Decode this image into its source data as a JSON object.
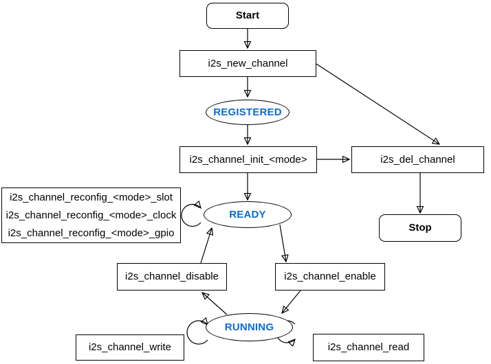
{
  "colors": {
    "stroke": "#000000",
    "state_text": "#0b6bd3",
    "node_fill": "#ffffff",
    "background": "#ffffff"
  },
  "nodes": {
    "start": {
      "label": "Start"
    },
    "new_channel": {
      "label": "i2s_new_channel"
    },
    "registered": {
      "label": "REGISTERED"
    },
    "init": {
      "label": "i2s_channel_init_<mode>"
    },
    "del_channel": {
      "label": "i2s_del_channel"
    },
    "stop": {
      "label": "Stop"
    },
    "ready": {
      "label": "READY"
    },
    "reconfig": {
      "lines": [
        "i2s_channel_reconfig_<mode>_slot",
        "i2s_channel_reconfig_<mode>_clock",
        "i2s_channel_reconfig_<mode>_gpio"
      ]
    },
    "disable": {
      "label": "i2s_channel_disable"
    },
    "enable": {
      "label": "i2s_channel_enable"
    },
    "running": {
      "label": "RUNNING"
    },
    "write": {
      "label": "i2s_channel_write"
    },
    "read": {
      "label": "i2s_channel_read"
    }
  },
  "edges": [
    {
      "from": "Start",
      "to": "i2s_new_channel"
    },
    {
      "from": "i2s_new_channel",
      "to": "REGISTERED"
    },
    {
      "from": "i2s_new_channel",
      "to": "i2s_del_channel"
    },
    {
      "from": "REGISTERED",
      "to": "i2s_channel_init_<mode>"
    },
    {
      "from": "i2s_channel_init_<mode>",
      "to": "READY"
    },
    {
      "from": "i2s_channel_init_<mode>",
      "to": "i2s_del_channel"
    },
    {
      "from": "i2s_del_channel",
      "to": "Stop"
    },
    {
      "from": "READY",
      "to": "READY"
    },
    {
      "from": "READY",
      "to": "i2s_channel_enable"
    },
    {
      "from": "i2s_channel_disable",
      "to": "READY"
    },
    {
      "from": "i2s_channel_enable",
      "to": "RUNNING"
    },
    {
      "from": "RUNNING",
      "to": "i2s_channel_disable"
    },
    {
      "from": "RUNNING",
      "to": "RUNNING"
    }
  ]
}
